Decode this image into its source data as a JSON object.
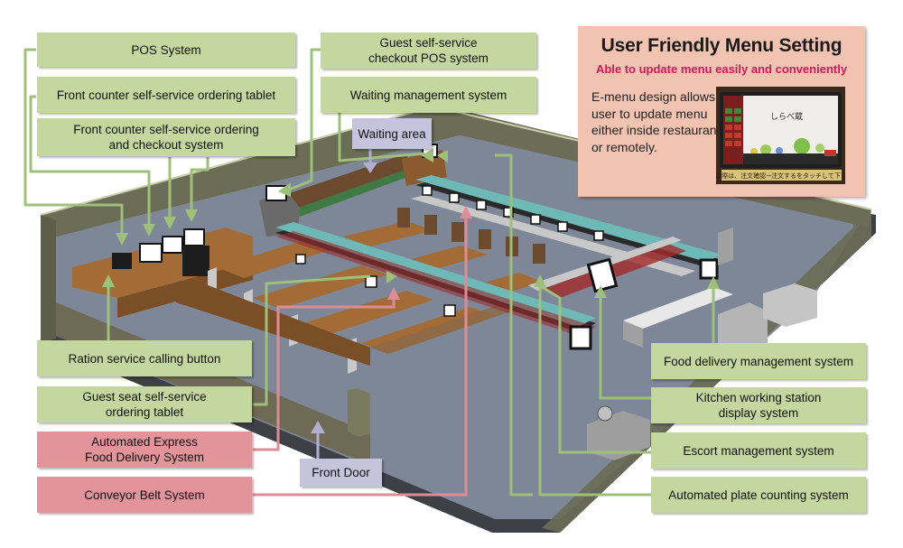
{
  "diagram": {
    "title": "Restaurant systems layout",
    "colors": {
      "system_label": "#c3d79e",
      "conveyor_label": "#e3939a",
      "area_label": "#c6c3dc",
      "info_panel": "#f2c3b1",
      "info_subtitle": "#d0195a",
      "green_connector": "#9fc07a",
      "red_connector": "#de8c96",
      "lav_connector": "#b3aed0",
      "wall": "#6b6d57",
      "floor": "#7e8798",
      "furniture": "#a36b36",
      "bench_green": "#3f7a45",
      "belt": "#6fb8b8"
    },
    "labels": {
      "pos_system": "POS System",
      "front_counter_tablet": "Front counter self-service ordering tablet",
      "front_counter_checkout": "Front counter self-service ordering\nand checkout system",
      "guest_checkout_pos": "Guest self-service\ncheckout POS system",
      "waiting_management": "Waiting management system",
      "waiting_area": "Waiting area",
      "ration_calling_button": "Ration service calling button",
      "guest_seat_tablet": "Guest seat self-service\nordering tablet",
      "express_delivery": "Automated Express\nFood Delivery System",
      "conveyor_belt": "Conveyor Belt System",
      "front_door": "Front Door",
      "food_delivery_mgmt": "Food delivery management system",
      "kitchen_display": "Kitchen working station\ndisplay system",
      "escort_mgmt": "Escort management system",
      "plate_counting": "Automated plate counting system"
    },
    "info_panel": {
      "title": "User Friendly Menu Setting",
      "subtitle": "Able to update menu easily and conveniently",
      "body": "E-menu design allows user to update menu either inside restaurant or remotely.",
      "tablet_caption": "文の際は、注文確認→注文するをタッチして下さい"
    }
  }
}
